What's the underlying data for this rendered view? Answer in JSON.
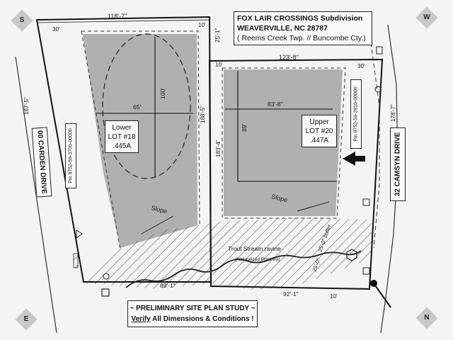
{
  "title": {
    "subdivision": "FOX LAIR CROSSINGS Subdivision",
    "city": "WEAVERVILLE, NC  28787",
    "township": "( Reems Creek Twp.  // Buncombe Cty.)"
  },
  "compass": {
    "top_left": "S",
    "top_right": "W",
    "bottom_left": "E",
    "bottom_right": "N"
  },
  "lots": {
    "lower": {
      "line1": "Lower",
      "line2": "LOT #18",
      "line3": ".445A",
      "pin": "Pin 9752-59-3705-00000"
    },
    "upper": {
      "line1": "Upper",
      "line2": "LOT #20",
      "line3": ".447A",
      "pin": "Pin 9752-59-2810-00000"
    }
  },
  "streets": {
    "left": "00 CARDEN DRIVE",
    "right": "32  CAMSYN DRIVE"
  },
  "dimensions": {
    "lower_top": "118'-7\"",
    "lower_top_setback": "30'",
    "lower_top_right_setback": "10'",
    "lower_left_side": "187'-5\"",
    "lower_right_side": "188'-5\"",
    "lower_bottom": "89'-1\"",
    "lower_width": "65'",
    "lower_depth": "100'",
    "gap_top": "25'-1\"",
    "upper_top": "123'-8\"",
    "upper_left_setback": "10'",
    "upper_right_setback": "30'",
    "upper_width": "83'-8\"",
    "upper_depth": "89'",
    "upper_left_side": "183'-4\"",
    "upper_right_side": "178'-7\"",
    "upper_bottom": "92'-1\"",
    "upper_bottom_setback": "10'",
    "stream_setback": "25'-0\"",
    "buffer": "25'-0\" buffer"
  },
  "labels": {
    "slope_lower": "Slope",
    "slope_upper": "Slope",
    "ravine": "Trout Stream ravine",
    "plants": "(Naturalized Plant list)"
  },
  "note": {
    "line1": "~ PRELIMINARY SITE PLAN STUDY ~",
    "line2_verify": "Verify",
    "line2_rest": " All Dimensions & Conditions !"
  }
}
